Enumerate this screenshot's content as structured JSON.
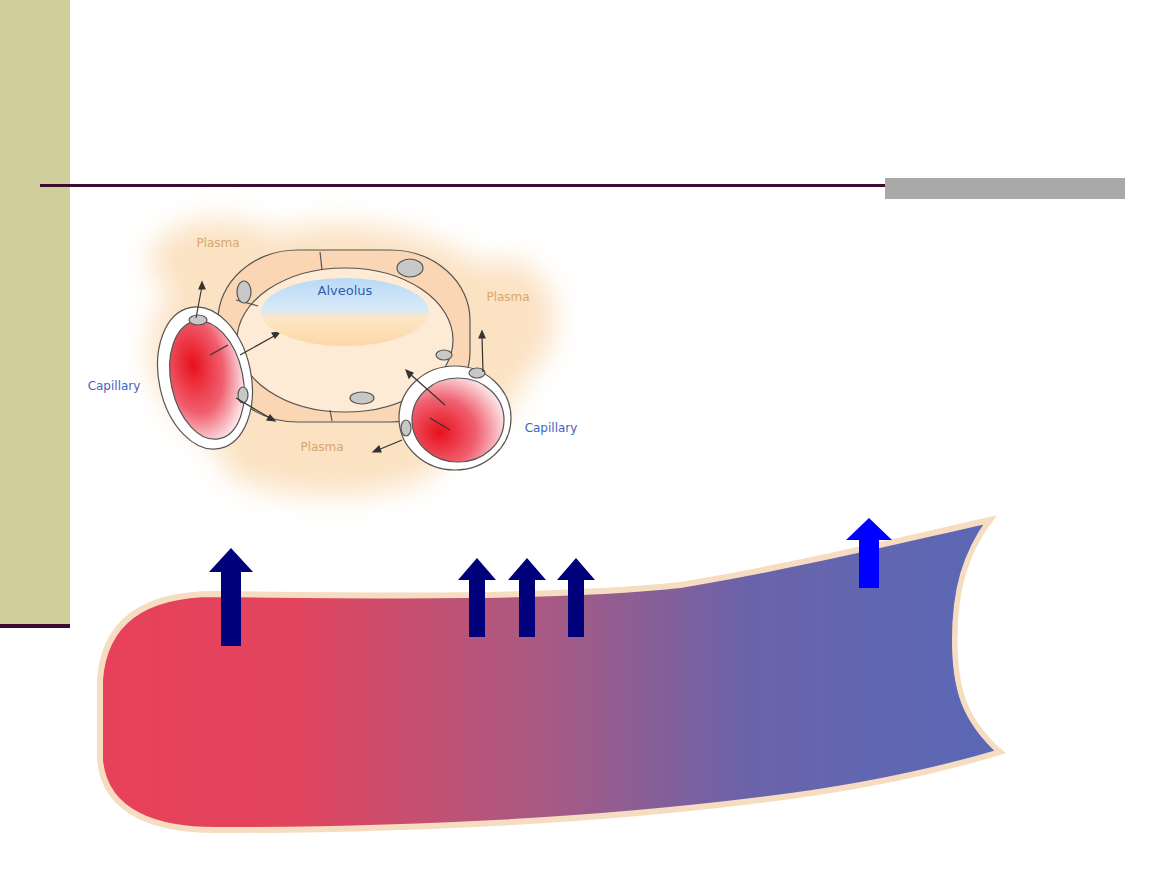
{
  "diagram": {
    "nodes": [
      {
        "text": [
          "Alveolus"
        ]
      }
    ],
    "labels": [
      "Plasma",
      "Plasma",
      "Capillary",
      "Plasma",
      "Capillary"
    ]
  }
}
